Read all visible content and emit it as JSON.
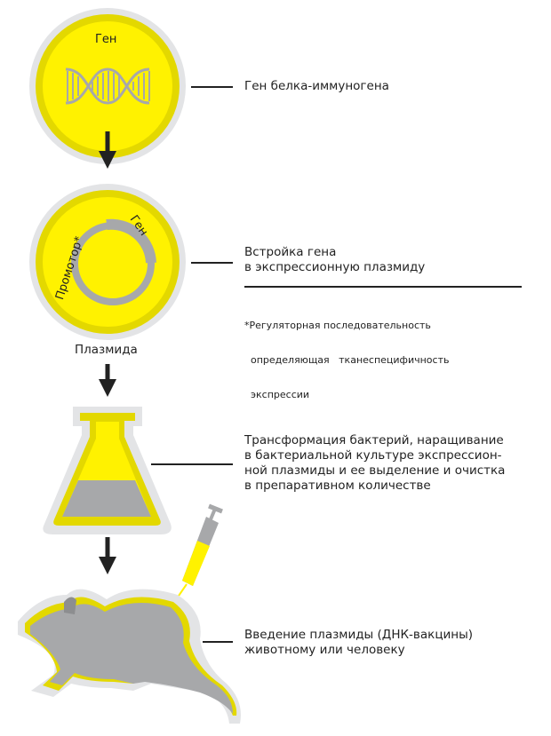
{
  "steps": [
    {
      "circle_label": "Ген",
      "text": "Ген белка-иммуногена"
    },
    {
      "promoter_label": "Промотор*",
      "gene_label": "Ген",
      "caption": "Плазмида",
      "lines": [
        "Встройка гена",
        "в экспрессионную плазмиду"
      ]
    },
    {
      "lines": [
        "Трансформация бактерий, наращивание",
        "в бактериальной культуре экспрессион-",
        "ной плазмиды и ее выделение и очистка",
        "в препаративном количестве"
      ]
    },
    {
      "lines": [
        "Введение плазмиды (ДНК-вакцины)",
        "животному или человеку"
      ]
    }
  ],
  "footnote": [
    "*Регуляторная последовательность",
    "  определяющая   тканеспецифичность",
    "  экспрессии"
  ],
  "colors": {
    "yellow": "#fff200",
    "dark_yellow": "#e3d800",
    "grey": "#a7a8aa",
    "halo": "#e3e4e6",
    "ink": "#222222"
  }
}
